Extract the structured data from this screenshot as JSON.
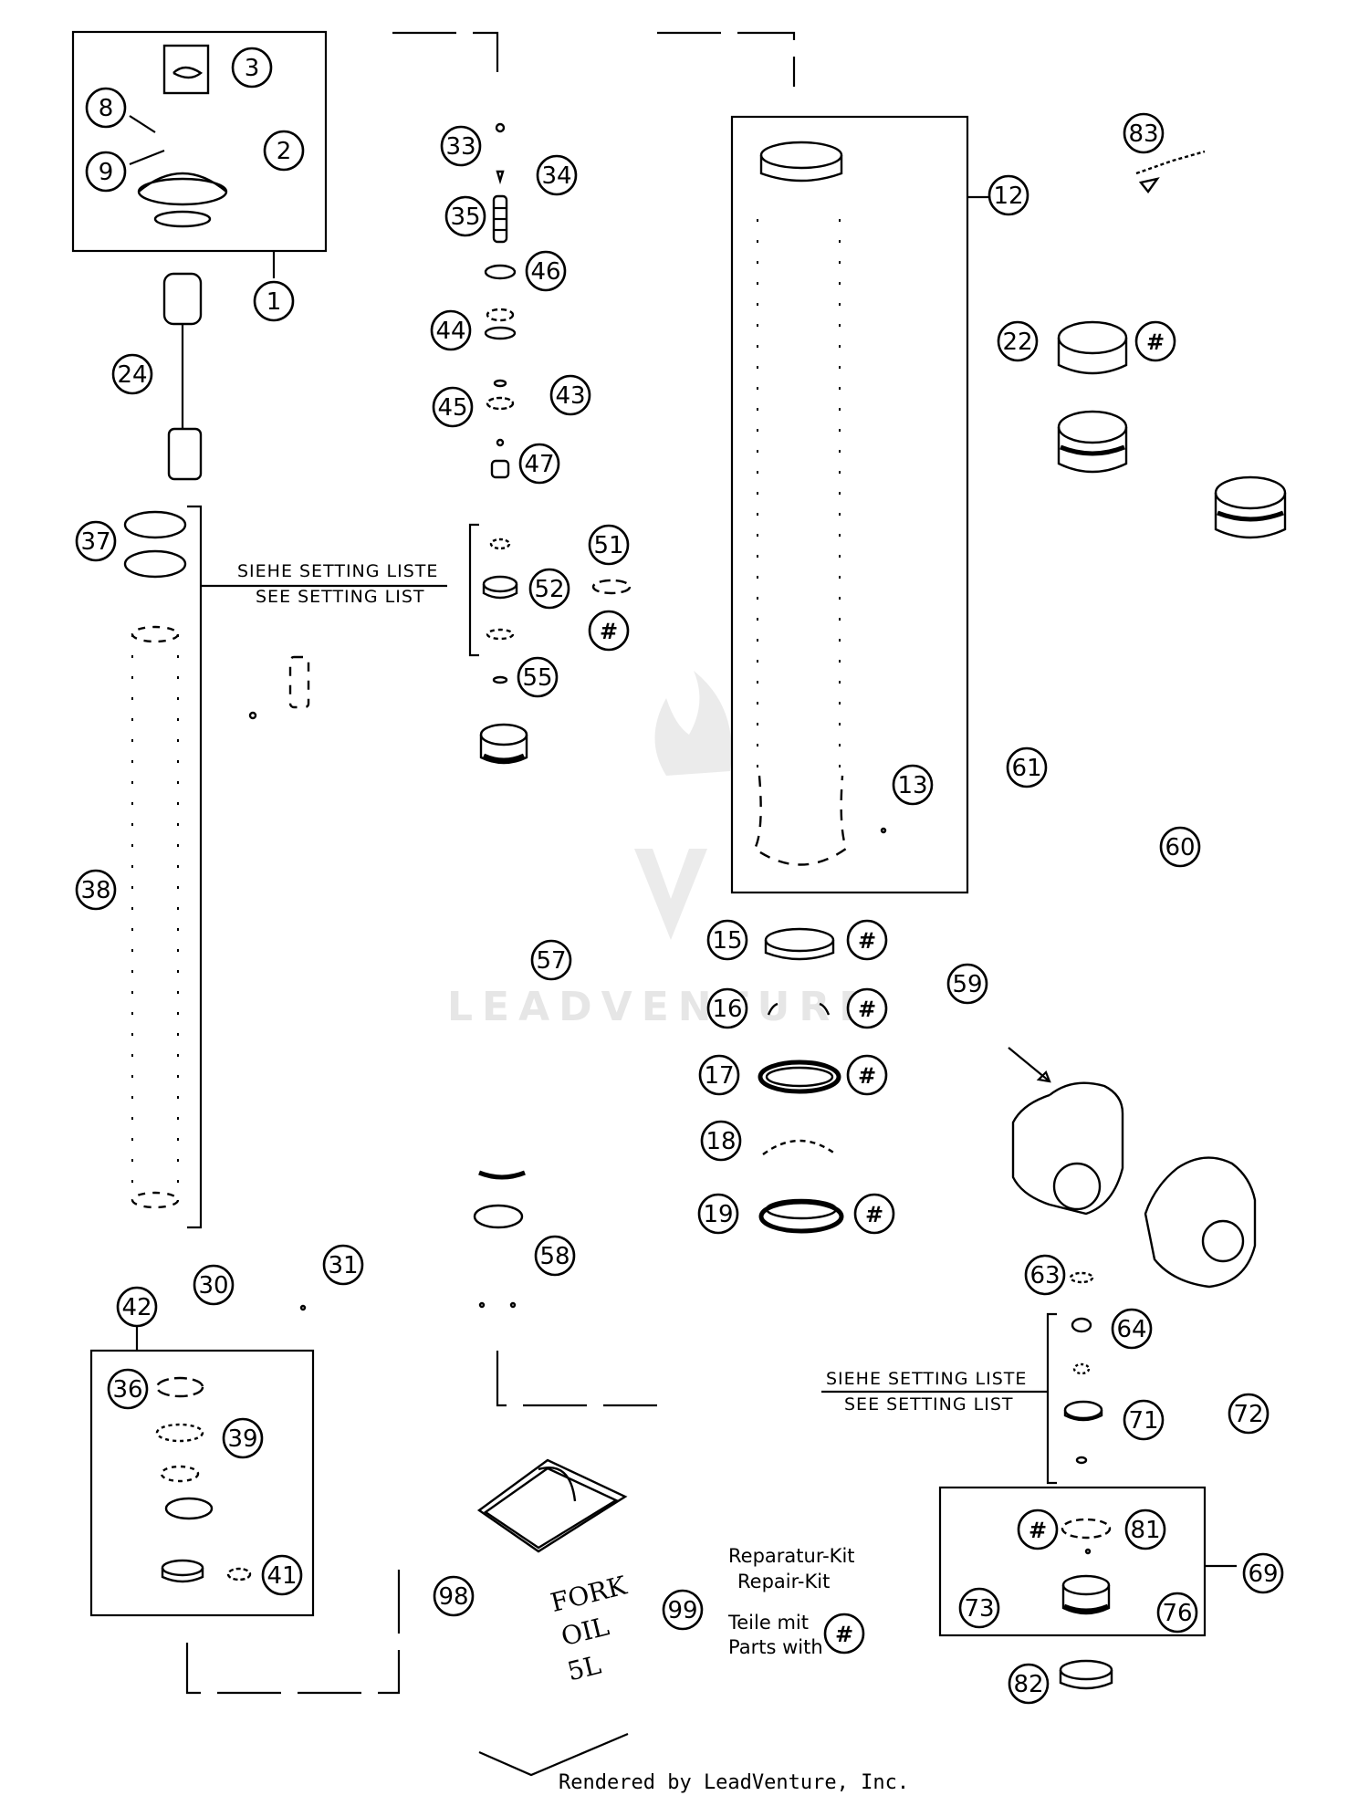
{
  "diagram": {
    "setting_note": {
      "line1_left": "SIEHE SETTING LISTE",
      "line2_left": "SEE SETTING LIST",
      "line1_right": "SIEHE SETTING LISTE",
      "line2_right": "SEE SETTING LIST"
    },
    "repair_kit_legend": {
      "line1": "Reparatur-Kit",
      "line2": "Repair-Kit",
      "line3": "Teile mit",
      "line4": "Parts with",
      "symbol": "#"
    },
    "fork_oil_label": [
      "FORK",
      "OIL",
      "5L"
    ],
    "watermark": "LEADVENTURE",
    "footer": "Rendered by LeadVenture, Inc.",
    "hash_symbol": "#",
    "callouts": {
      "c1": "1",
      "c2": "2",
      "c3": "3",
      "c8": "8",
      "c9": "9",
      "c12": "12",
      "c13": "13",
      "c15": "15",
      "c16": "16",
      "c17": "17",
      "c18": "18",
      "c19": "19",
      "c22": "22",
      "c24": "24",
      "c30": "30",
      "c31": "31",
      "c33": "33",
      "c34": "34",
      "c35": "35",
      "c36": "36",
      "c37": "37",
      "c38": "38",
      "c39": "39",
      "c41": "41",
      "c42": "42",
      "c43": "43",
      "c44": "44",
      "c45": "45",
      "c46": "46",
      "c47": "47",
      "c51": "51",
      "c52": "52",
      "c55": "55",
      "c57": "57",
      "c58": "58",
      "c59": "59",
      "c60": "60",
      "c61": "61",
      "c63": "63",
      "c64": "64",
      "c69": "69",
      "c71": "71",
      "c72": "72",
      "c73": "73",
      "c76": "76",
      "c81": "81",
      "c82": "82",
      "c83": "83",
      "c98": "98",
      "c99": "99"
    }
  }
}
